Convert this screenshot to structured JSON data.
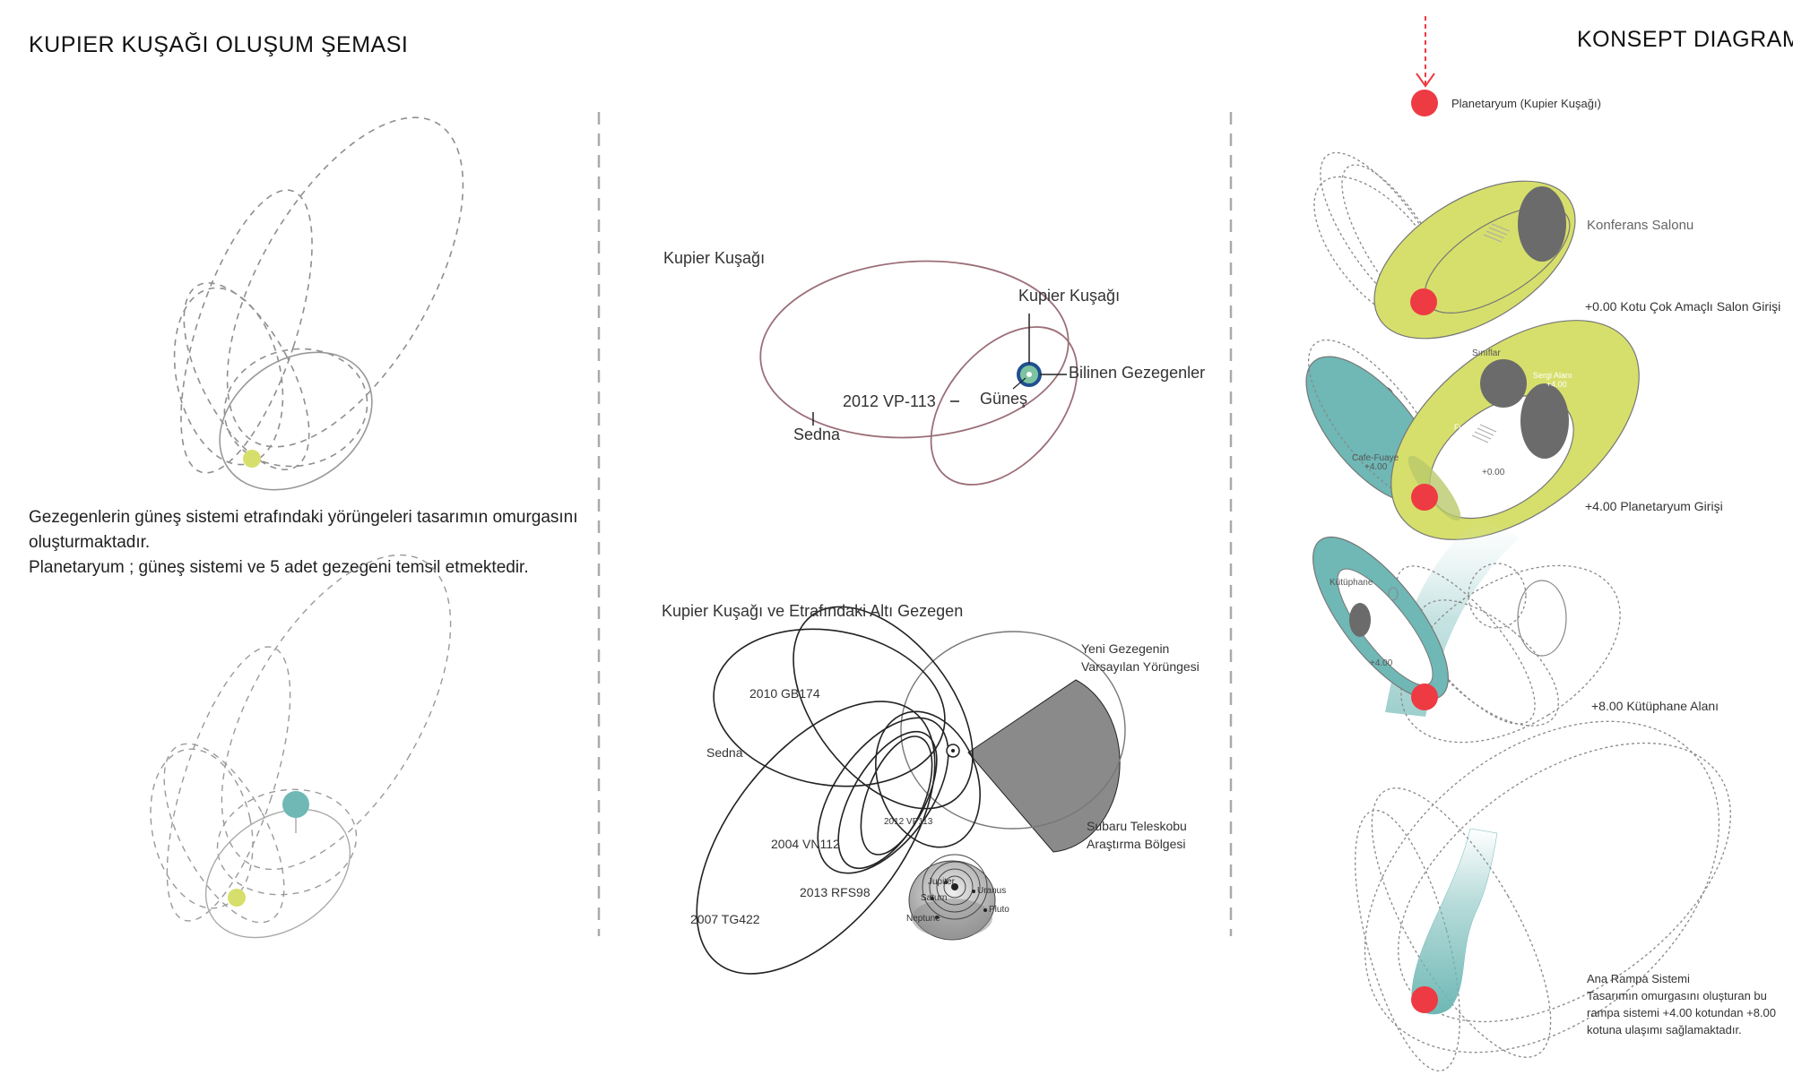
{
  "title_left": "KUPIER KUŞAĞI OLUŞUM ŞEMASI",
  "title_right": "KONSEPT DIAGRAM",
  "description": {
    "line1": "Gezegenlerin güneş sistemi etrafındaki yörüngeleri tasarımın omurgasını",
    "line2": "oluşturmaktadır.",
    "line3": "Planetaryum ; güneş sistemi ve 5 adet gezegeni temsil etmektedir."
  },
  "middle_top": {
    "header": "Kupier Kuşağı",
    "labels": {
      "kupier": "Kupier Kuşağı",
      "bilinen": "Bilinen Gezegenler",
      "vp113": "2012 VP-113",
      "gunes": "Güneş",
      "sedna": "Sedna"
    }
  },
  "middle_bottom": {
    "header": "Kupier Kuşağı ve Etrafındaki Altı Gezegen",
    "labels": {
      "yeni1": "Yeni Gezegenin",
      "yeni2": "Varsayılan Yörüngesi",
      "gb174": "2010 GB174",
      "sedna": "Sedna",
      "subaru1": "Subaru Teleskobu",
      "subaru2": "Araştırma Bölgesi",
      "vp113": "2012 VP113",
      "vn112": "2004 VN112",
      "rfs98": "2013 RFS98",
      "tg422": "2007 TG422",
      "jupiter": "Jupiter",
      "uranus": "Uranus",
      "saturn": "Saturn",
      "pluto": "Pluto",
      "neptune": "Neptune"
    }
  },
  "right": {
    "planetaryum_label": "Planetaryum (Kupier Kuşağı)",
    "d1": {
      "room": "Konferans Salonu",
      "level": "+0.00 Kotu Çok Amaçlı Salon Girişi"
    },
    "d2": {
      "siniflar": "Sınıflar",
      "sergi": "Sergi Alanı",
      "sergi_lvl": "+4.00",
      "fuaye": "Fuaye",
      "cafe": "Cafe-Fuaye",
      "cafe_lvl": "+4.00",
      "inner_lvl": "+0.00",
      "level": "+4.00 Planetaryum Girişi"
    },
    "d3": {
      "kutuphane": "Kütüphane",
      "kut_lvl": "+8.00",
      "inner_lvl": "+4.00",
      "level": "+8.00 Kütüphane Alanı"
    },
    "d4": {
      "heading": "Ana Rampa Sistemi",
      "text": "Tasarımın omurgasını oluşturan bu rampa sistemi +4.00 kotundan +8.00 kotuna ulaşımı sağlamaktadır."
    }
  },
  "colors": {
    "lime": "#d6df6b",
    "teal": "#6fb8b5",
    "red": "#ee3a43",
    "dark_grey": "#6b6b6b",
    "sector_grey": "#8a8a8a",
    "dash_grey": "#9a9a9a",
    "orbit_mauve": "#9b6f78",
    "blue_ring": "#1f4f8f"
  }
}
